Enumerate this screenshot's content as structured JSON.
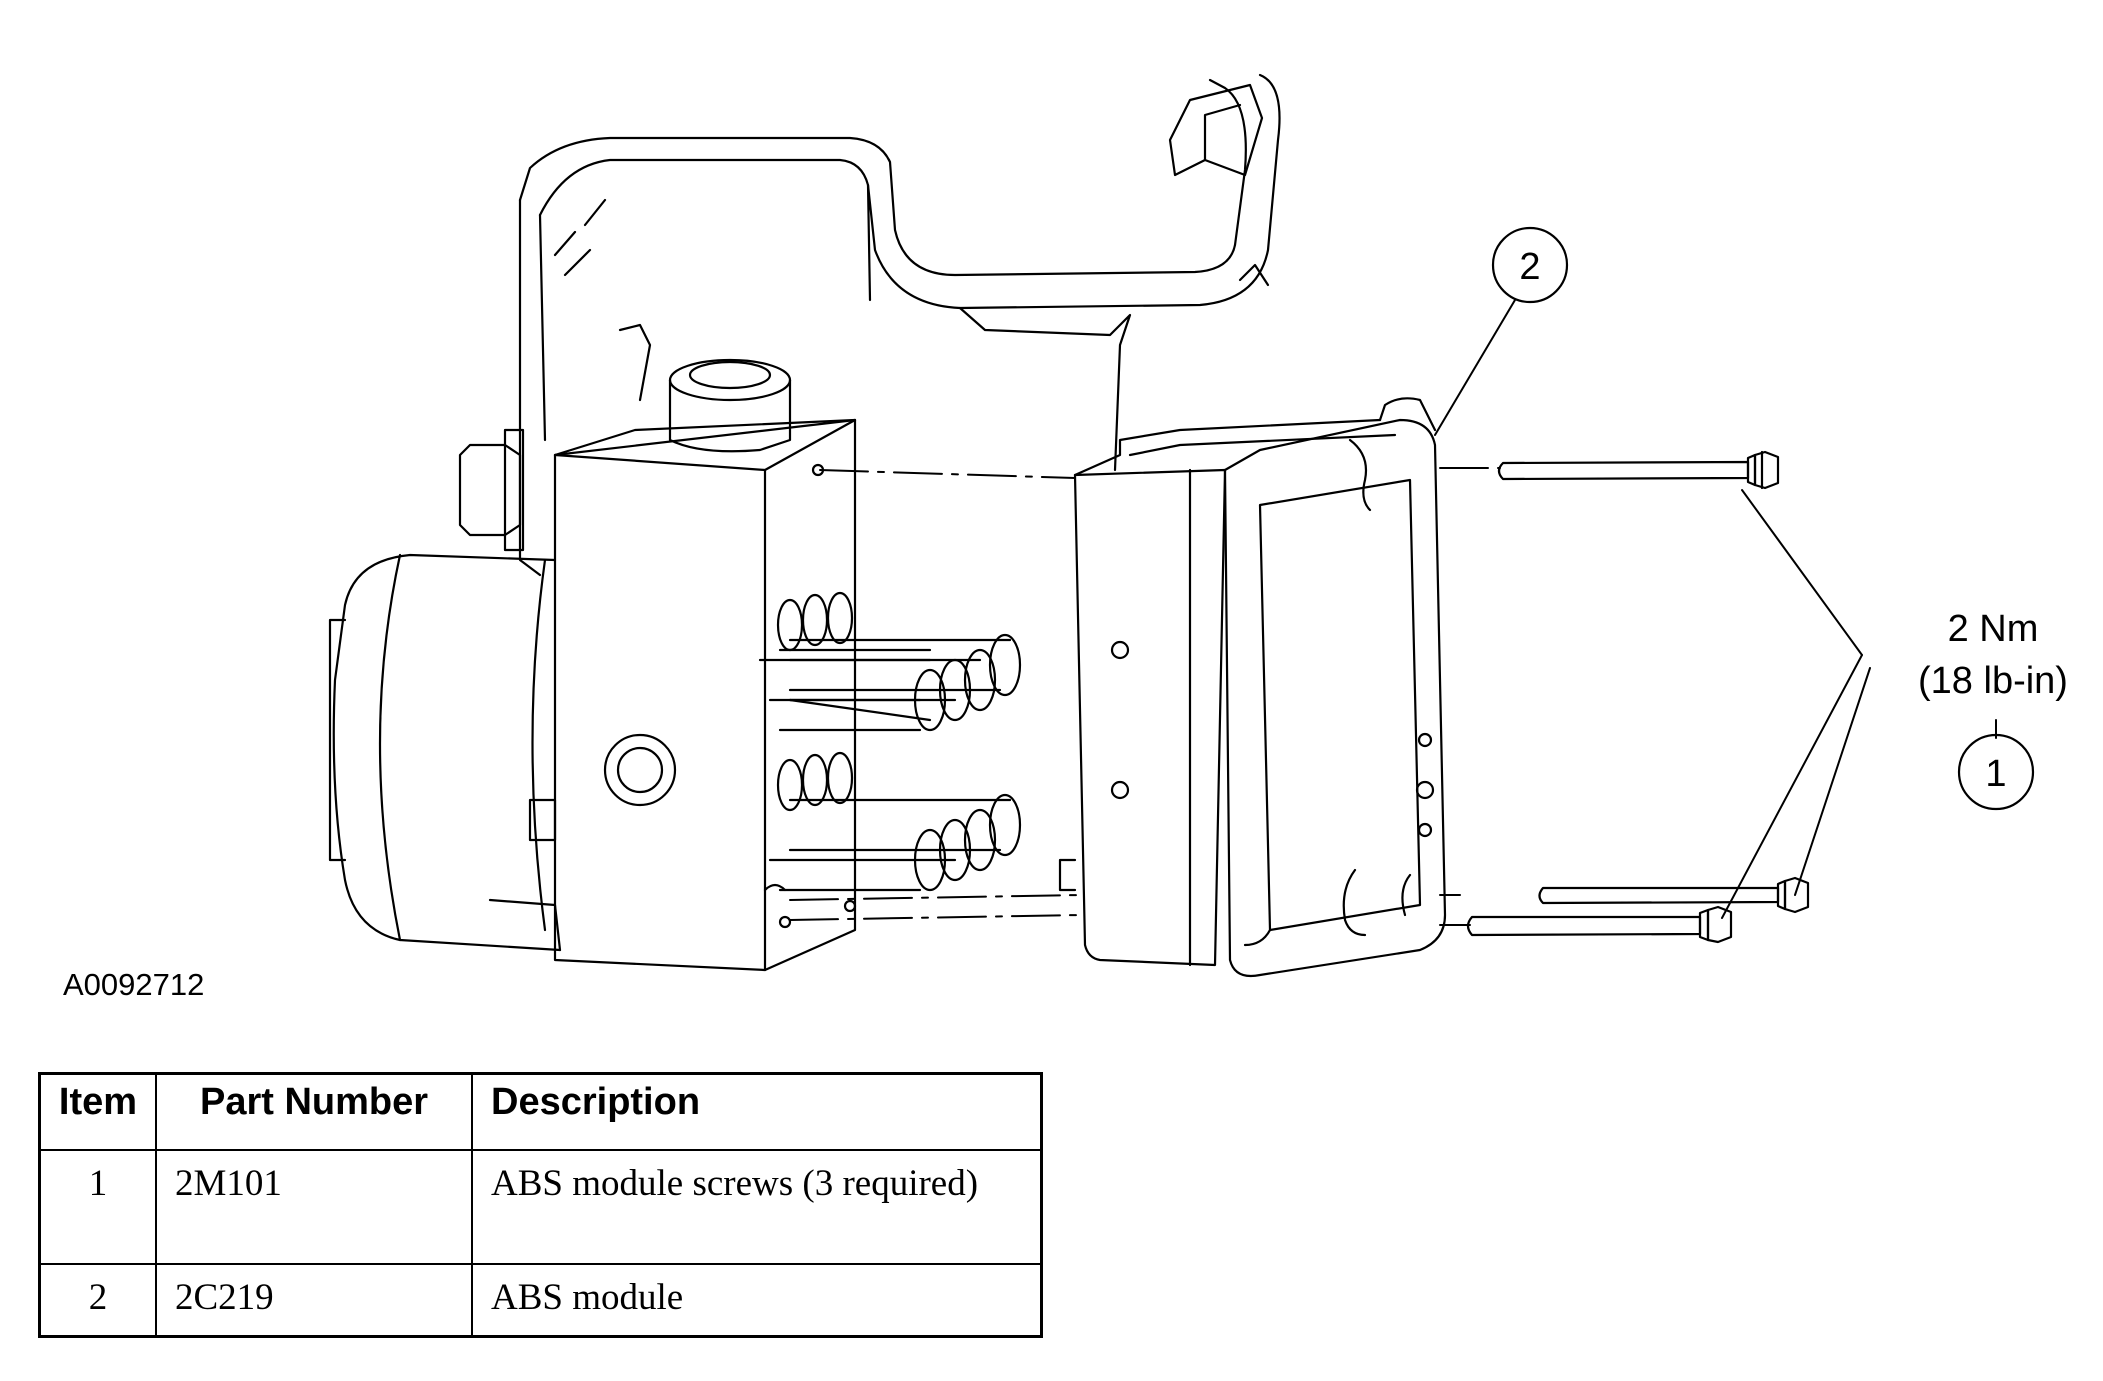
{
  "figure": {
    "id": "A0092712",
    "torque": {
      "metric": "2 Nm",
      "imperial": "(18 lb-in)"
    },
    "callouts": [
      "1",
      "2"
    ]
  },
  "table": {
    "headers": [
      "Item",
      "Part Number",
      "Description"
    ],
    "rows": [
      {
        "item": "1",
        "part_number": "2M101",
        "description": "ABS module screws (3 required)"
      },
      {
        "item": "2",
        "part_number": "2C219",
        "description": "ABS module"
      }
    ]
  }
}
